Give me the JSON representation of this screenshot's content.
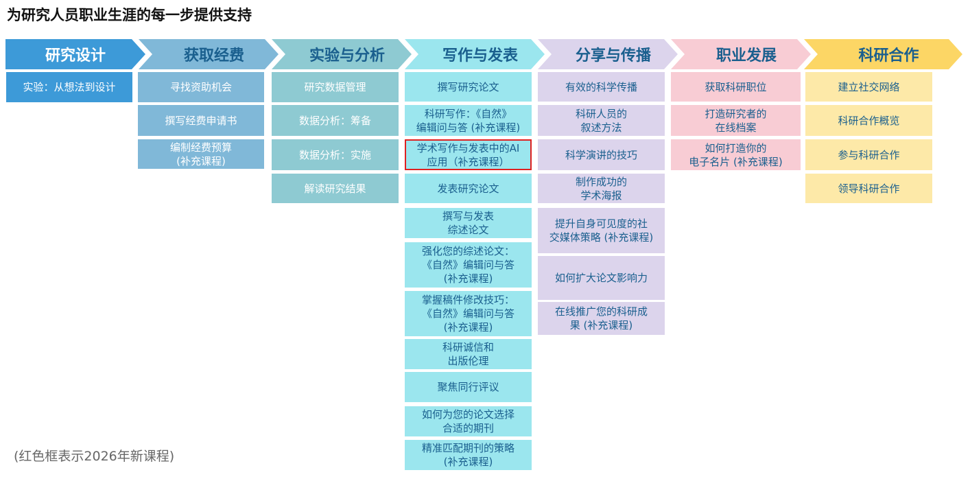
{
  "title": "为研究人员职业生涯的每一步提供支持",
  "footnote": "(红色框表示2026年新课程)",
  "colors": {
    "highlight_border": "#e02020"
  },
  "stages": [
    {
      "label": "研究设计",
      "arrow_color": "#3d9ad8",
      "text_color": "#ffffff",
      "cell_color": "#3d9ad8",
      "cell_text": "#ffffff",
      "items": [
        {
          "label": "实验：从想法到设计"
        }
      ]
    },
    {
      "label": "获取经费",
      "arrow_color": "#80b8d8",
      "text_color": "#1a5f8e",
      "cell_color": "#80b8d8",
      "cell_text": "#ffffff",
      "items": [
        {
          "label": "寻找资助机会"
        },
        {
          "label": "撰写经费申请书"
        },
        {
          "label": "编制经费预算\n(补充课程)"
        }
      ]
    },
    {
      "label": "实验与分析",
      "arrow_color": "#8ecad2",
      "text_color": "#1a5f8e",
      "cell_color": "#8ecad2",
      "cell_text": "#ffffff",
      "items": [
        {
          "label": "研究数据管理"
        },
        {
          "label": "数据分析：筹备"
        },
        {
          "label": "数据分析：实施"
        },
        {
          "label": "解读研究结果"
        }
      ]
    },
    {
      "label": "写作与发表",
      "arrow_color": "#9be6ee",
      "text_color": "#1a5f8e",
      "cell_color": "#9be6ee",
      "cell_text": "#1a5f8e",
      "items": [
        {
          "label": "撰写研究论文"
        },
        {
          "label": "科研写作：《自然》\n编辑问与答 (补充课程)"
        },
        {
          "label": "学术写作与发表中的AI\n应用（补充课程）",
          "is_new": true
        },
        {
          "label": "发表研究论文"
        },
        {
          "label": "撰写与发表\n综述论文"
        },
        {
          "label": "强化您的综述论文：\n《自然》编辑问与答\n(补充课程)"
        },
        {
          "label": "掌握稿件修改技巧：\n《自然》编辑问与答\n(补充课程)"
        },
        {
          "label": "科研诚信和\n出版伦理"
        },
        {
          "label": "聚焦同行评议"
        },
        {
          "label": "如何为您的论文选择\n合适的期刊"
        },
        {
          "label": "精准匹配期刊的策略\n(补充课程)"
        }
      ]
    },
    {
      "label": "分享与传播",
      "arrow_color": "#dcd4ec",
      "text_color": "#1a5f8e",
      "cell_color": "#dcd4ec",
      "cell_text": "#1a5f8e",
      "items": [
        {
          "label": "有效的科学传播"
        },
        {
          "label": "科研人员的\n叙述方法"
        },
        {
          "label": "科学演讲的技巧"
        },
        {
          "label": "制作成功的\n学术海报"
        },
        {
          "label": "提升自身可见度的社\n交媒体策略 (补充课程)"
        },
        {
          "label": "如何扩大论文影响力"
        },
        {
          "label": "在线推广您的科研成\n果 (补充课程)"
        }
      ]
    },
    {
      "label": "职业发展",
      "arrow_color": "#f8ccd4",
      "text_color": "#1a5f8e",
      "cell_color": "#f8ccd4",
      "cell_text": "#1a5f8e",
      "items": [
        {
          "label": "获取科研职位"
        },
        {
          "label": "打造研究者的\n在线档案"
        },
        {
          "label": "如何打造你的\n电子名片 (补充课程)"
        }
      ]
    },
    {
      "label": "科研合作",
      "arrow_color": "#fcd665",
      "text_color": "#1a5f8e",
      "cell_color": "#fde9a8",
      "cell_text": "#1a5f8e",
      "items": [
        {
          "label": "建立社交网络"
        },
        {
          "label": "科研合作概览"
        },
        {
          "label": "参与科研合作"
        },
        {
          "label": "领导科研合作"
        }
      ]
    }
  ]
}
